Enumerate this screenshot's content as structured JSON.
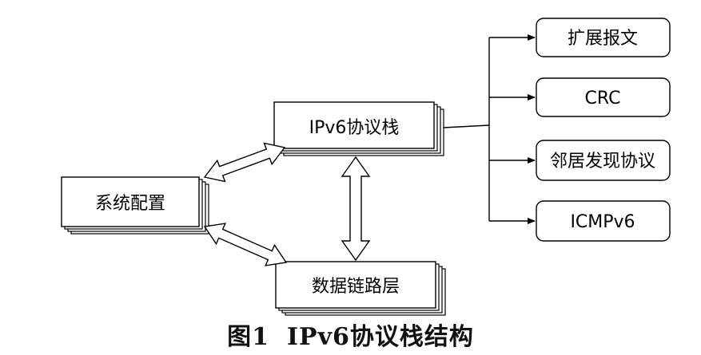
{
  "diagram": {
    "nodes": {
      "system_config": "系统配置",
      "ipv6_stack": "IPv6协议栈",
      "data_link": "数据链路层",
      "ext_header": "扩展报文",
      "crc": "CRC",
      "neighbor_discovery": "邻居发现协议",
      "icmpv6": "ICMPv6"
    },
    "caption": {
      "figure_number": "图1",
      "title": "IPv6协议栈结构"
    }
  }
}
